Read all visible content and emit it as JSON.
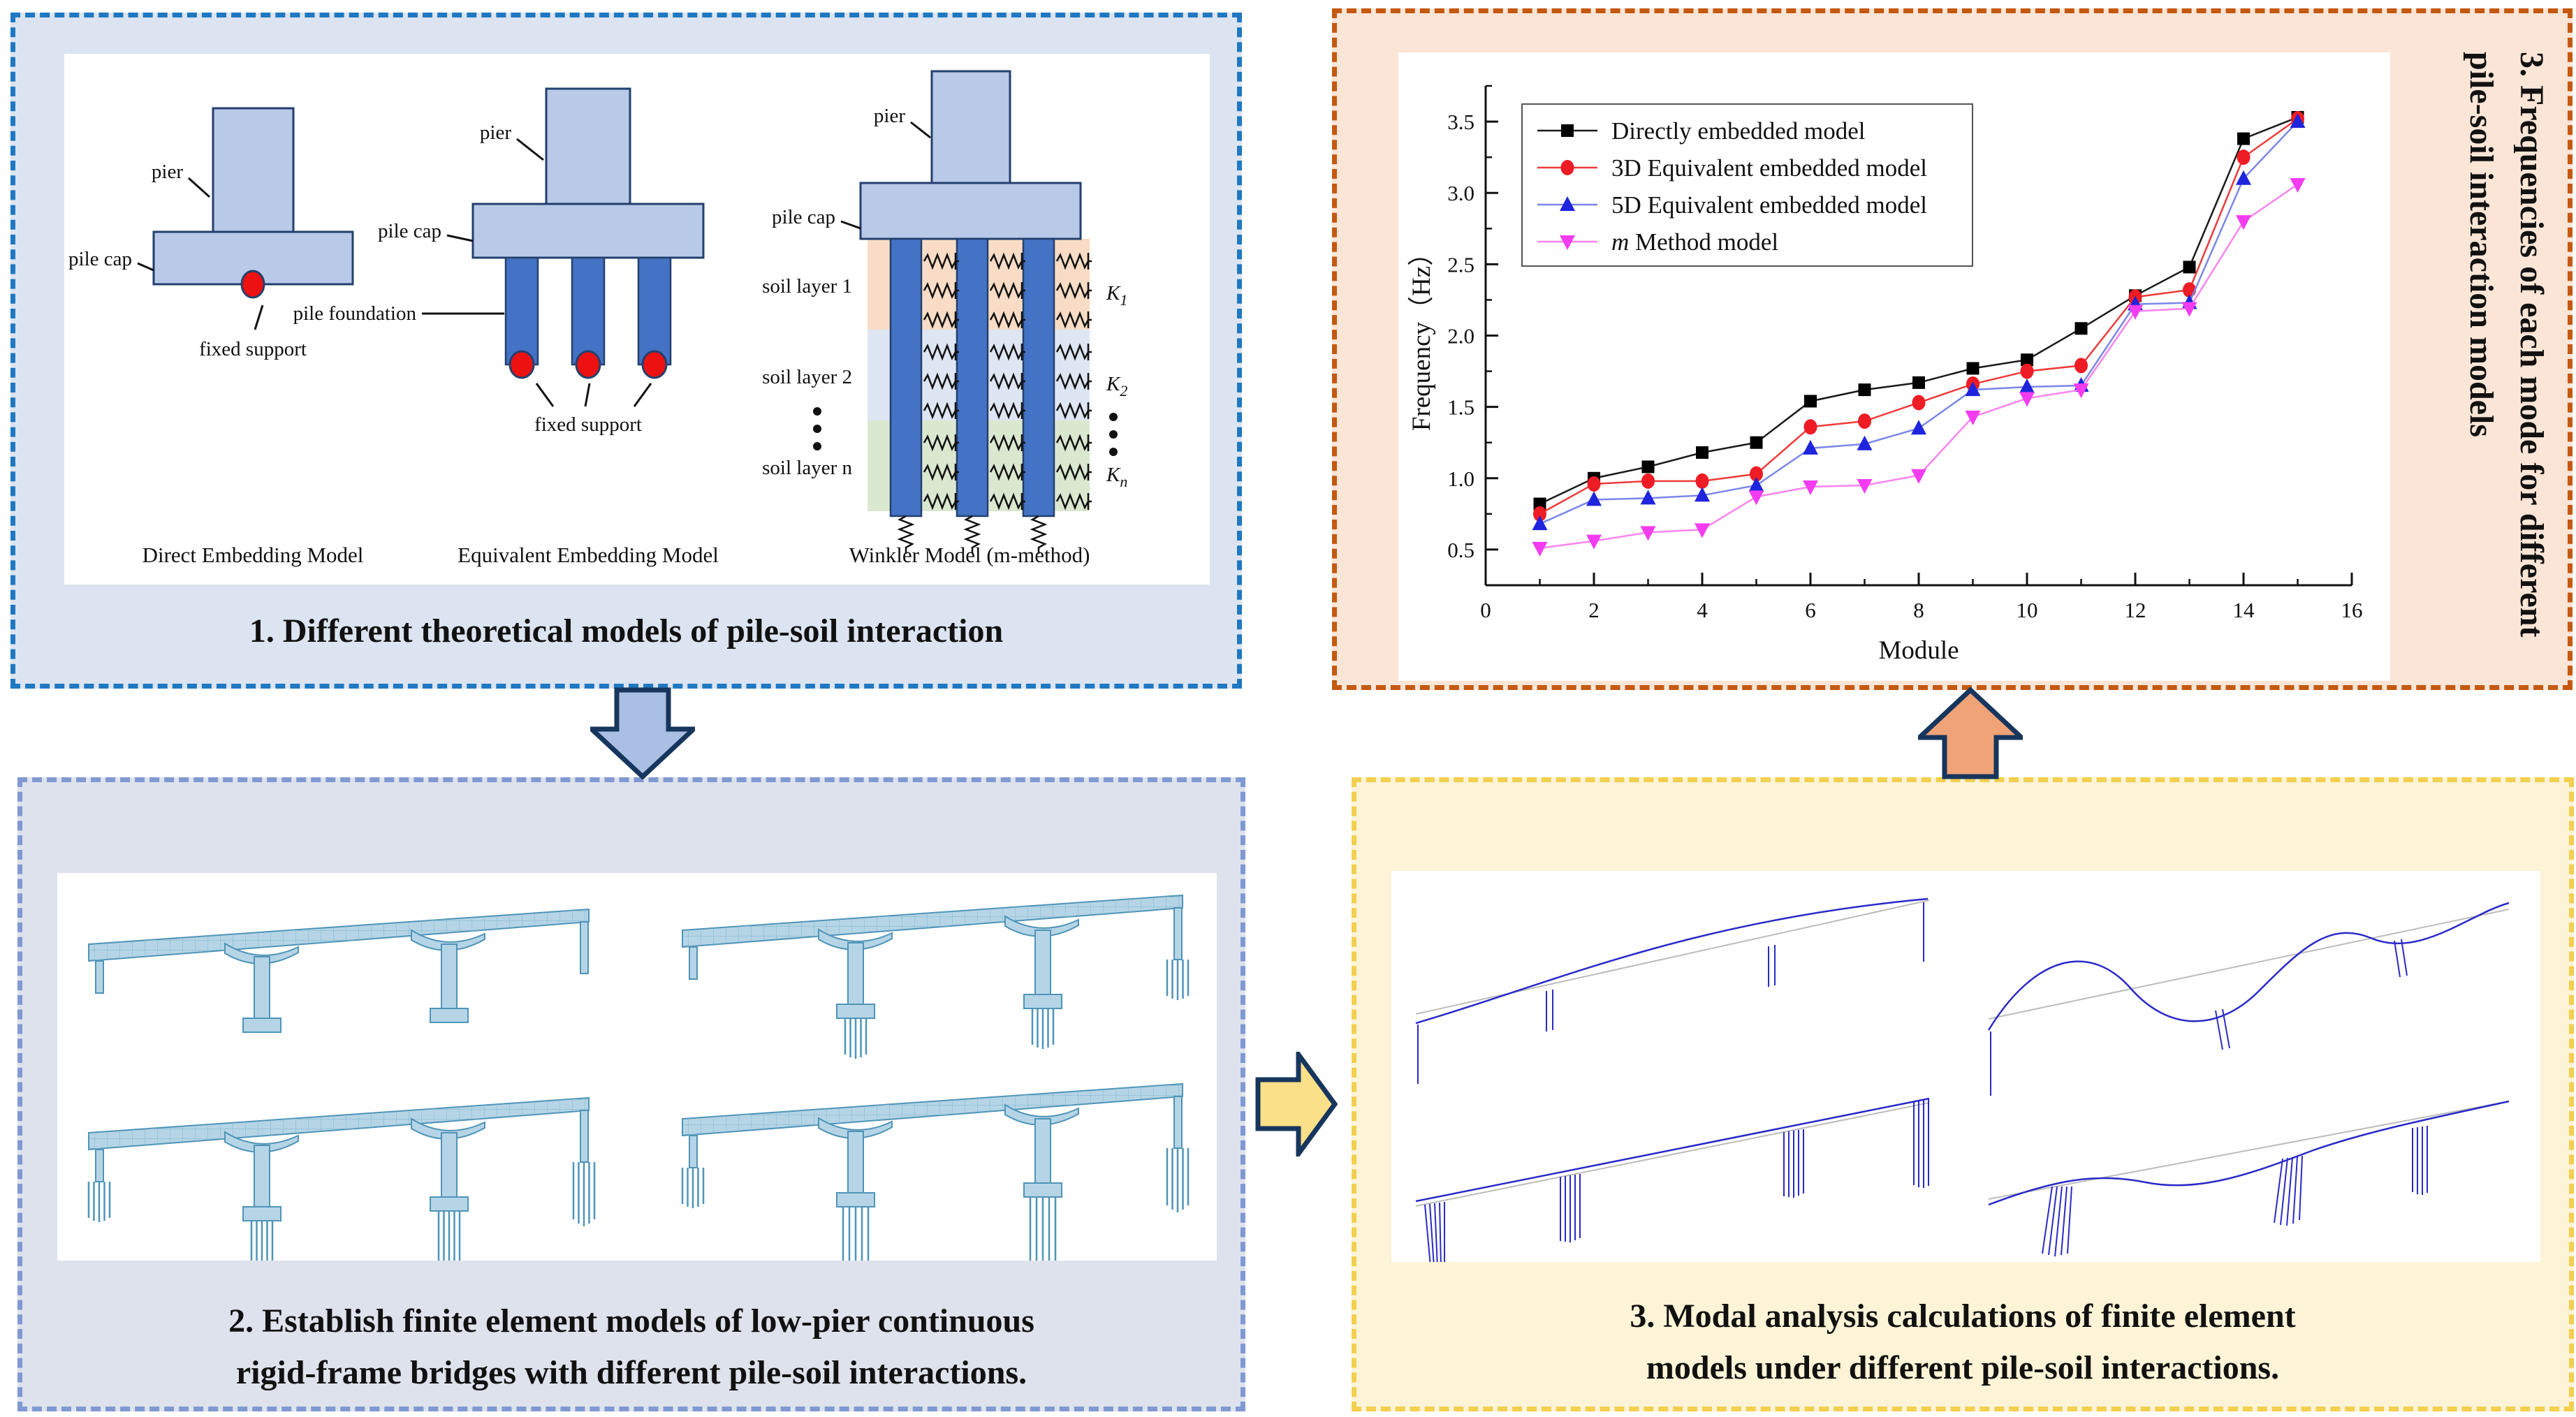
{
  "colors": {
    "box1_border": "#1f78c1",
    "box1_bg": "#dbe4f0",
    "box2_border": "#8099d2",
    "box2_bg": "#dde2ec",
    "box3_border": "#c45911",
    "box3_bg": "#fbe5d6",
    "box4_border": "#f3cf4e",
    "box4_bg": "#fdf3d6",
    "arrow_down": "#aabfe4",
    "arrow_right": "#fbe08a",
    "arrow_up": "#f0a377",
    "arrow_stroke": "#17365d",
    "pier_fill": "#b9c9e8",
    "pile_fill": "#4472c4",
    "support_red": "#ee1111",
    "soil1": "#f8dcc5",
    "soil2": "#dee5f3",
    "soiln": "#dbe8d0",
    "bridge_fill": "#b5d5e6",
    "bridge_stroke": "#4f94b8",
    "mode_line": "#2a2ac8"
  },
  "box1": {
    "title": "1. Different theoretical models of pile-soil interaction",
    "models": [
      {
        "caption": "Direct Embedding Model"
      },
      {
        "caption": "Equivalent Embedding Model"
      },
      {
        "caption": "Winkler Model (m-method)"
      }
    ],
    "labels": {
      "pier": "pier",
      "pile_cap": "pile cap",
      "fixed_support": "fixed support",
      "pile_foundation": "pile foundation",
      "soil_layer_1": "soil layer 1",
      "soil_layer_2": "soil layer 2",
      "soil_layer_n": "soil layer n",
      "k1_base": "K",
      "k1_sub": "1",
      "k2_base": "K",
      "k2_sub": "2",
      "kn_base": "K",
      "kn_sub": "n"
    }
  },
  "box2": {
    "title_line1": "2. Establish finite element models of low-pier continuous",
    "title_line2": "rigid-frame bridges with different pile-soil interactions."
  },
  "box3": {
    "side_title": "3. Frequencies of each mode for different pile-soil interaction models"
  },
  "box4": {
    "title_line1": "3. Modal analysis calculations of finite element",
    "title_line2": "models under different pile-soil interactions."
  },
  "chart_data": {
    "type": "line",
    "xlabel": "Module",
    "ylabel": "Frequency（Hz）",
    "xlim": [
      0,
      16
    ],
    "ylim": [
      0.25,
      3.75
    ],
    "xticks": [
      0,
      2,
      4,
      6,
      8,
      10,
      12,
      14,
      16
    ],
    "xticklabels": [
      "0",
      "2",
      "4",
      "6",
      "8",
      "10",
      "12",
      "14",
      "16"
    ],
    "yticks": [
      0.5,
      1.0,
      1.5,
      2.0,
      2.5,
      3.0,
      3.5
    ],
    "yticklabels": [
      "0.5",
      "1.0",
      "1.5",
      "2.0",
      "2.5",
      "3.0",
      "3.5"
    ],
    "minor_x_step": 1,
    "minor_y_step": 0.25,
    "grid": false,
    "legend_position": "top-left",
    "x": [
      1,
      2,
      3,
      4,
      5,
      6,
      7,
      8,
      9,
      10,
      11,
      12,
      13,
      14,
      15
    ],
    "series": [
      {
        "name": "Directly embedded model",
        "marker": "square",
        "color": "#000000",
        "line_color": "#1a1a1a",
        "values": [
          0.82,
          1.0,
          1.08,
          1.18,
          1.25,
          1.54,
          1.62,
          1.67,
          1.77,
          1.83,
          2.05,
          2.28,
          2.48,
          3.38,
          3.53
        ]
      },
      {
        "name": "3D Equivalent embedded model",
        "marker": "circle",
        "color": "#ee1c25",
        "line_color": "#ee3b3b",
        "values": [
          0.75,
          0.96,
          0.98,
          0.98,
          1.03,
          1.36,
          1.4,
          1.53,
          1.66,
          1.75,
          1.79,
          2.27,
          2.32,
          3.25,
          3.52
        ]
      },
      {
        "name": "5D Equivalent embedded model",
        "marker": "triangle-up",
        "color": "#1f24dd",
        "line_color": "#7b86e8",
        "values": [
          0.68,
          0.85,
          0.86,
          0.88,
          0.95,
          1.21,
          1.24,
          1.35,
          1.62,
          1.64,
          1.65,
          2.22,
          2.23,
          3.1,
          3.5
        ]
      },
      {
        "name": "m Method model",
        "italic_prefix": "m",
        "marker": "triangle-down",
        "color": "#f33cf0",
        "line_color": "#f884ee",
        "values": [
          0.51,
          0.56,
          0.62,
          0.64,
          0.87,
          0.94,
          0.95,
          1.02,
          1.43,
          1.56,
          1.62,
          2.17,
          2.19,
          2.8,
          3.06
        ]
      }
    ]
  }
}
